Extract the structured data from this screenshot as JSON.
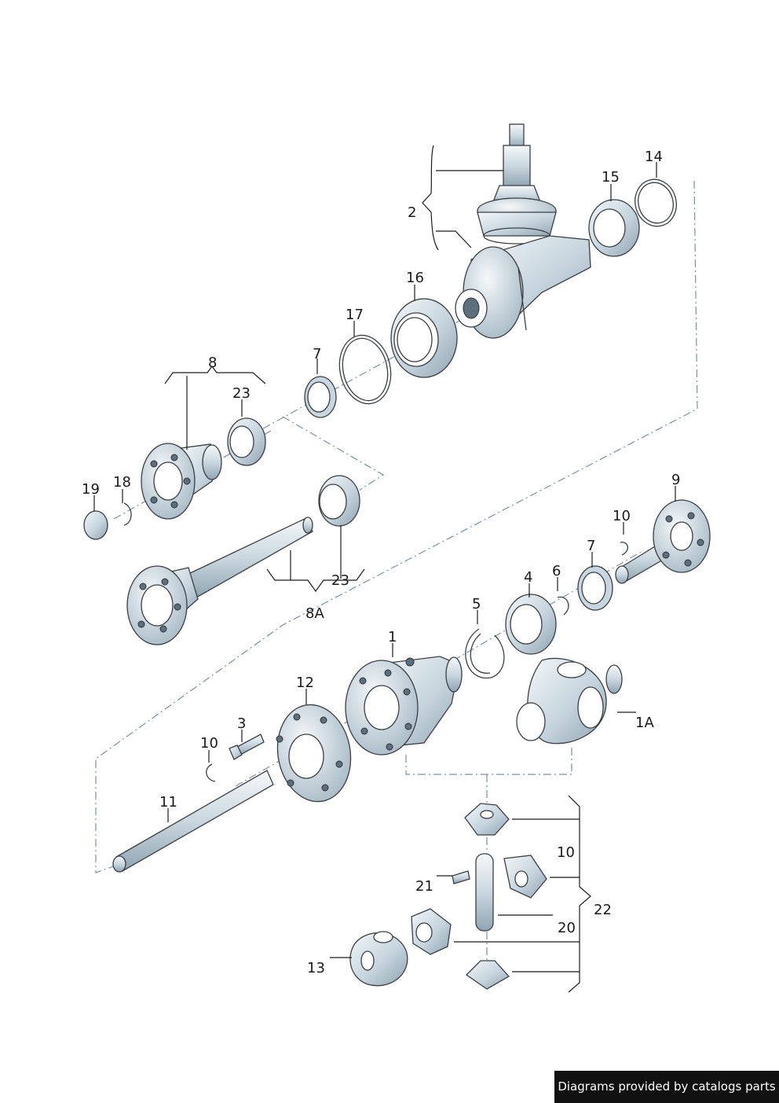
{
  "callouts": {
    "c2": "2",
    "c14": "14",
    "c15": "15",
    "c16": "16",
    "c17": "17",
    "c7a": "7",
    "c8": "8",
    "c23a": "23",
    "c19": "19",
    "c18": "18",
    "c23b": "23",
    "c8A": "8A",
    "c9": "9",
    "c10a": "10",
    "c7b": "7",
    "c6": "6",
    "c4": "4",
    "c5": "5",
    "c1": "1",
    "c12": "12",
    "c1A": "1A",
    "c3": "3",
    "c10b": "10",
    "c11": "11",
    "c10c": "10",
    "c22": "22",
    "c21": "21",
    "c20": "20",
    "c13": "13"
  },
  "footer": {
    "credit": "Diagrams provided by catalogs parts"
  },
  "colors": {
    "metal_light": "#eef3f6",
    "metal_mid": "#c3d1da",
    "metal_dark": "#8ea3b1",
    "line": "#3a3f45",
    "axis_dash": "#7c8fa3"
  }
}
